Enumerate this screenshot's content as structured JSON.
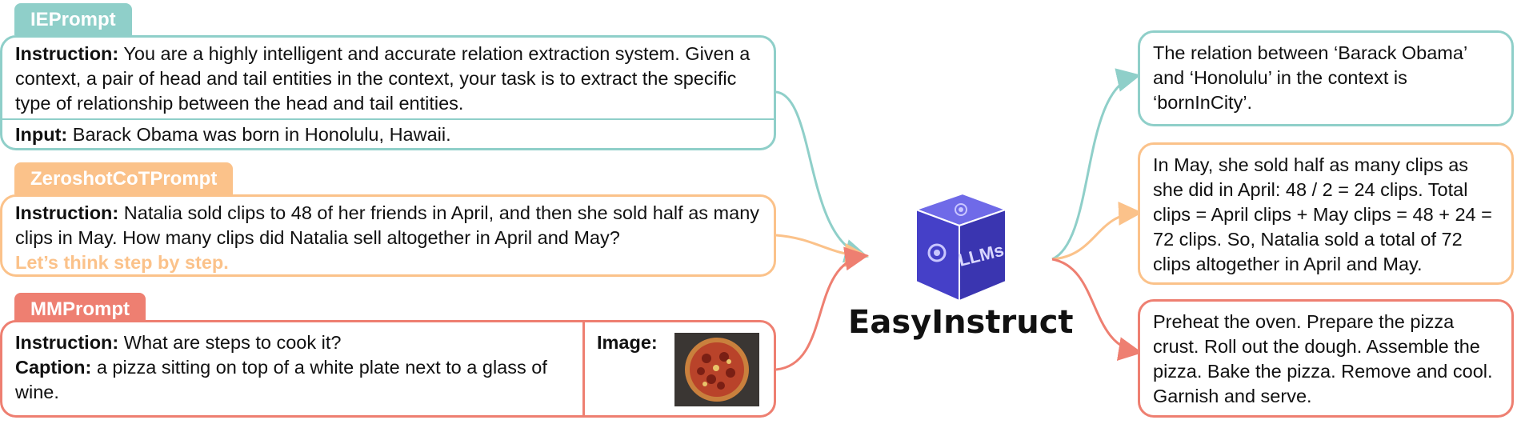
{
  "colors": {
    "ie": "#8fcfc9",
    "cot": "#fbc28a",
    "mm": "#ee7f71"
  },
  "prompts": {
    "ie": {
      "tag": "IEPrompt",
      "instruction_label": "Instruction:",
      "instruction_text": "You are a highly intelligent and accurate relation extraction system. Given a context, a pair of head and tail entities in the context, your task is to extract the specific type of relationship between the head and tail entities.",
      "input_label": "Input:",
      "input_text": "Barack Obama was born in Honolulu, Hawaii."
    },
    "cot": {
      "tag": "ZeroshotCoTPrompt",
      "instruction_label": "Instruction:",
      "instruction_text": "Natalia sold clips to 48 of her friends in April, and then she sold half as many clips in May. How many clips did Natalia sell altogether in April and May?",
      "trigger": "Let’s think step by step."
    },
    "mm": {
      "tag": "MMPrompt",
      "instruction_label": "Instruction:",
      "instruction_text": "What are steps to cook it?",
      "caption_label": "Caption:",
      "caption_text": "a pizza sitting on top of a white plate next to a glass of wine.",
      "image_label": "Image:"
    }
  },
  "center": {
    "cube_label": "LLMs",
    "title": "EasyInstruct"
  },
  "outputs": {
    "ie": "The relation between ‘Barack Obama’ and ‘Honolulu’ in the context is ‘bornInCity’.",
    "cot": "In May, she sold half as many clips as she did in April: 48 / 2 = 24 clips. Total clips = April clips + May clips = 48 + 24 = 72 clips. So, Natalia sold a total of 72 clips altogether in April and May.",
    "mm": "Preheat the oven. Prepare the pizza crust. Roll out the dough. Assemble the pizza. Bake the pizza. Remove and cool. Garnish and serve."
  },
  "icons": {
    "cube": "llm-cube-icon",
    "pizza": "pizza-image"
  }
}
